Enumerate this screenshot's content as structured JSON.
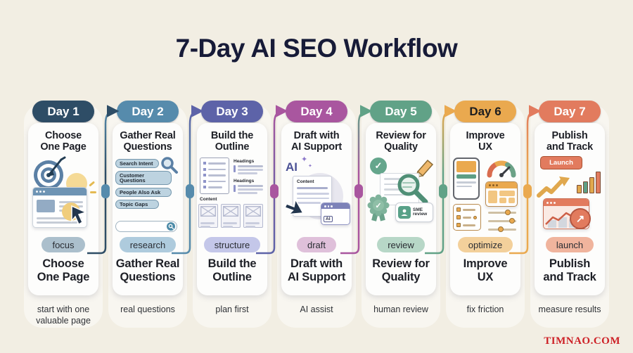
{
  "title": "7-Day AI SEO Workflow",
  "watermark": "TIMNAO.COM",
  "palette": {
    "background": "#f2eee3",
    "day1": "#2e4d66",
    "day2": "#568bac",
    "day3": "#5d63a8",
    "day4": "#a9569f",
    "day5": "#61a287",
    "day6": "#eaa94f",
    "day7": "#e27b5e",
    "watermark_red": "#cd2026"
  },
  "days": [
    {
      "badge": "Day 1",
      "card_title": "Choose\nOne Page",
      "tag": "focus",
      "caption": "start with one valuable page"
    },
    {
      "badge": "Day 2",
      "card_title": "Gather Real\nQuestions",
      "tag": "research",
      "caption": "real questions"
    },
    {
      "badge": "Day 3",
      "card_title": "Build the\nOutline",
      "tag": "structure",
      "caption": "plan first"
    },
    {
      "badge": "Day 4",
      "card_title": "Draft with\nAI Support",
      "tag": "draft",
      "caption": "AI assist"
    },
    {
      "badge": "Day 5",
      "card_title": "Review for\nQuality",
      "tag": "review",
      "caption": "human review"
    },
    {
      "badge": "Day 6",
      "card_title": "Improve\nUX",
      "tag": "optimize",
      "caption": "fix friction"
    },
    {
      "badge": "Day 7",
      "card_title": "Publish\nand Track",
      "tag": "launch",
      "caption": "measure results"
    }
  ],
  "illus": {
    "day2": {
      "pills": [
        "Search Intent",
        "Customer Questions",
        "People Also Ask",
        "Topic Gaps"
      ]
    },
    "day3": {
      "headings": "Headings",
      "content": "Content"
    },
    "day4": {
      "ai": "AI",
      "content": "Content"
    },
    "day5": {
      "sme": "SME review"
    },
    "day7": {
      "launch": "Launch"
    }
  },
  "glyphs": {
    "check": "✓",
    "arrow_up_right": "↗"
  }
}
